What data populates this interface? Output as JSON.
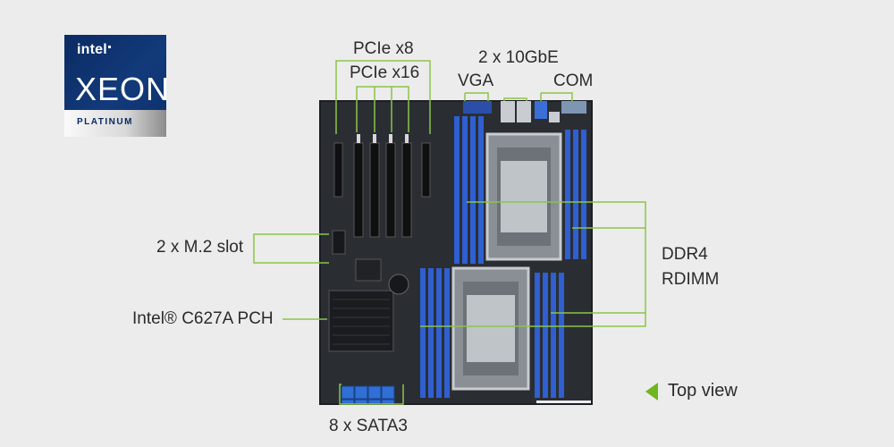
{
  "badge": {
    "brand": "intel",
    "product": "XEON",
    "tier": "PLATINUM"
  },
  "labels": {
    "pcie_x8": "PCIe x8",
    "pcie_x16": "PCIe x16",
    "gbe": "2 x 10GbE",
    "vga": "VGA",
    "com": "COM",
    "m2": "2 x M.2 slot",
    "pch": "Intel® C627A PCH",
    "ddr4": "DDR4",
    "rdimm": "RDIMM",
    "sata": "8 x SATA3",
    "top_view": "Top view"
  },
  "colors": {
    "background": "#ececec",
    "callout_line": "#8bc34a",
    "board": "#2a2e33",
    "dimm_slot": "#2f5fd0",
    "badge_blue": "#0b2b63",
    "sata_port": "#2f6fd6"
  },
  "icons": {
    "top_view_marker": "triangle-left-icon"
  }
}
